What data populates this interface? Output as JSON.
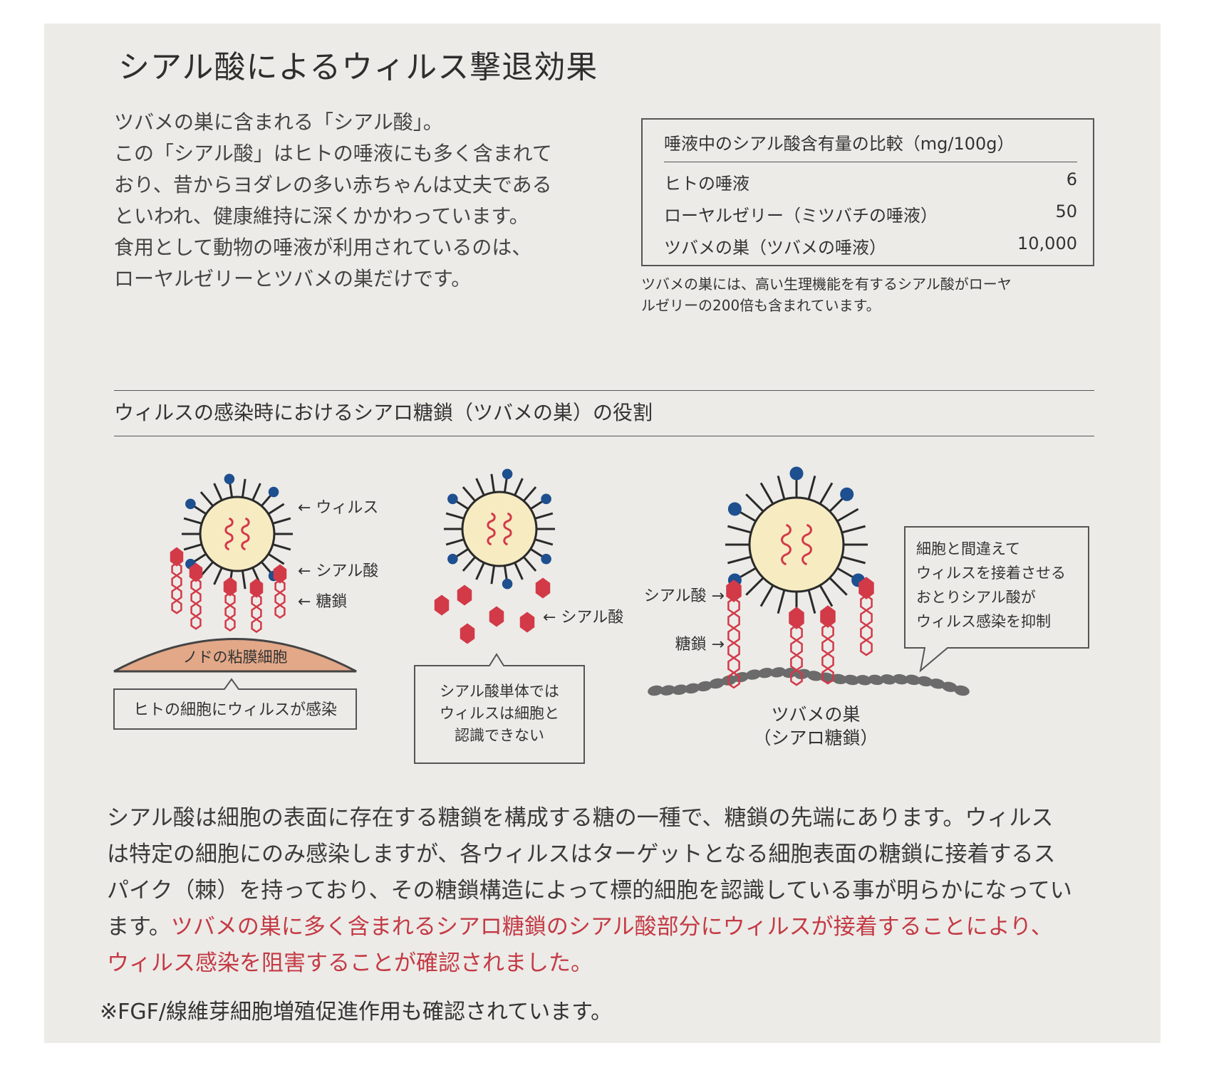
{
  "title": "シアル酸によるウィルス撃退効果",
  "intro_lines": [
    "ツバメの巣に含まれる「シアル酸」。",
    "この「シアル酸」はヒトの唾液にも多く含まれて",
    "おり、昔からヨダレの多い赤ちゃんは丈夫である",
    "といわれ、健康維持に深くかかわっています。",
    "食用として動物の唾液が利用されているのは、",
    "ローヤルゼリーとツバメの巣だけです。"
  ],
  "comparison": {
    "title": "唾液中のシアル酸含有量の比較（mg/100g）",
    "rows": [
      {
        "label": "ヒトの唾液",
        "value": "6"
      },
      {
        "label": "ローヤルゼリー（ミツバチの唾液）",
        "value": "50"
      },
      {
        "label": "ツバメの巣（ツバメの唾液）",
        "value": "10,000"
      }
    ],
    "note_lines": [
      "ツバメの巣には、高い生理機能を有するシアル酸がローヤ",
      "ルゼリーの200倍も含まれています。"
    ]
  },
  "section_title": "ウィルスの感染時におけるシアロ糖鎖（ツバメの巣）の役割",
  "diagram": {
    "virus_label": "← ウィルス",
    "sialic_label": "← シアル酸",
    "sugar_chain_label": "← 糖鎖",
    "mucosa_label": "ノドの粘膜細胞",
    "caption1": "ヒトの細胞にウィルスが感染",
    "sialic_label2": "← シアル酸",
    "caption2_lines": [
      "シアル酸単体では",
      "ウィルスは細胞と",
      "認識できない"
    ],
    "sialic_label3": "シアル酸 →",
    "sugar_chain_label3": "糖鎖 →",
    "nest_lines": [
      "ツバメの巣",
      "（シアロ糖鎖）"
    ],
    "bubble_lines": [
      "細胞と間違えて",
      "ウィルスを接着させる",
      "おとりシアル酸が",
      "ウィルス感染を抑制"
    ],
    "colors": {
      "accent_red": "#d23a48",
      "spike_blue": "#1e4f8f",
      "virus_fill": "#f7ebc2",
      "cell_fill": "#e2a888",
      "chain_gray": "#6b6b6b"
    }
  },
  "body_lines": [
    "シアル酸は細胞の表面に存在する糖鎖を構成する糖の一種で、糖鎖の先端にあります。ウィルス",
    "は特定の細胞にのみ感染しますが、各ウィルスはターゲットとなる細胞表面の糖鎖に接着するス",
    "パイク（棘）を持っており、その糖鎖構造によって標的細胞を認識している事が明らかになってい"
  ],
  "body_line4_black": "ます。",
  "body_line4_red": "ツバメの巣に多く含まれるシアロ糖鎖のシアル酸部分にウィルスが接着することにより、",
  "body_line5_red": "ウィルス感染を阻害することが確認されました。",
  "footnote": "※FGF/線維芽細胞増殖促進作用も確認されています。"
}
